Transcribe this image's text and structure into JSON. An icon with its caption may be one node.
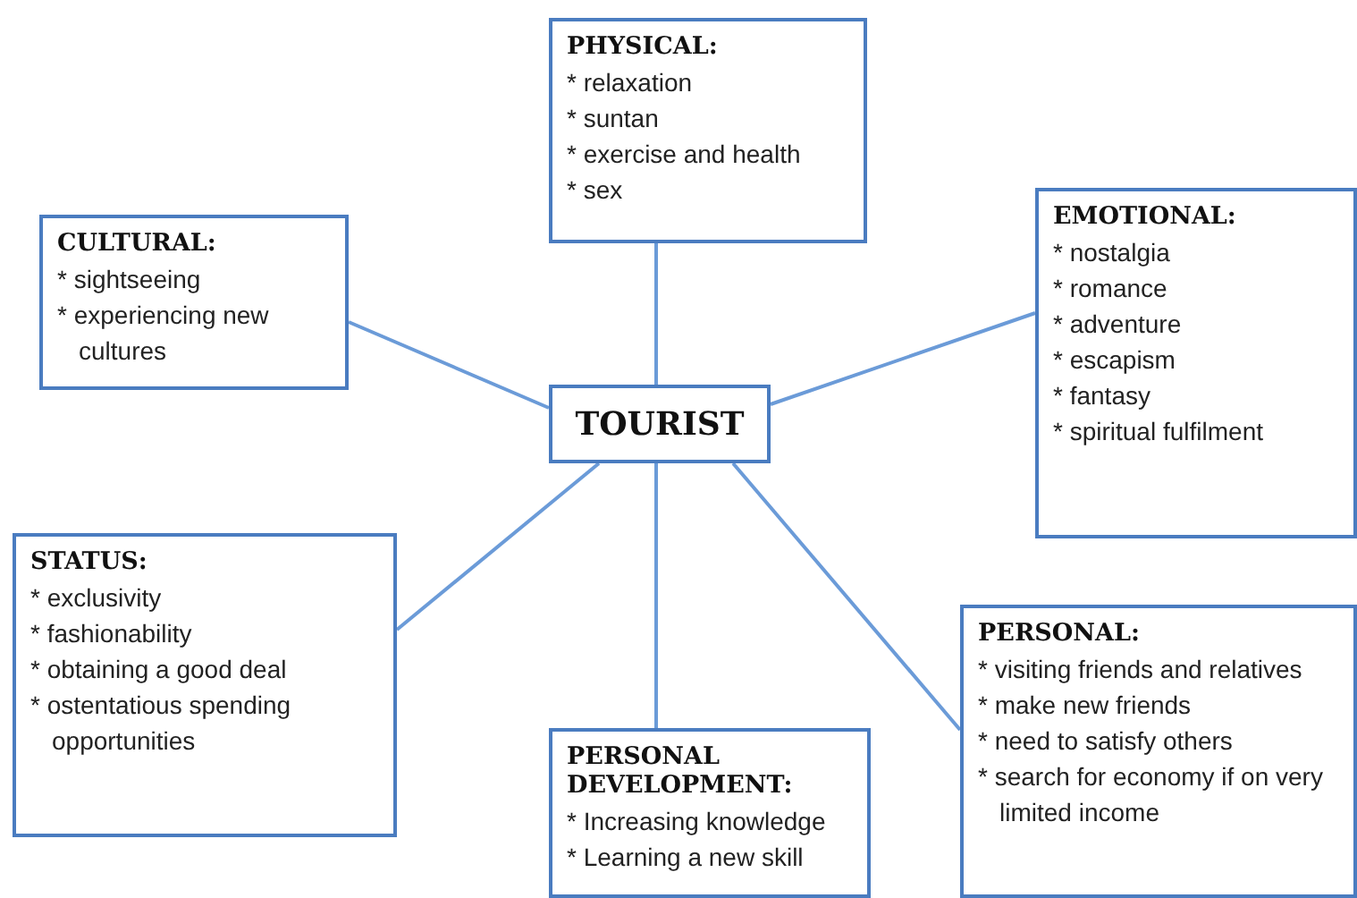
{
  "diagram": {
    "nodes": [
      {
        "text": [
          "PHYSICAL:",
          "* relaxation",
          "* suntan",
          "* exercise and health",
          "* sex"
        ]
      },
      {
        "text": [
          "CULTURAL:",
          "* sightseeing",
          "* experiencing new cultures"
        ]
      },
      {
        "text": [
          "EMOTIONAL:",
          "* nostalgia",
          "* romance",
          "* adventure",
          "* escapism",
          "* fantasy",
          "* spiritual fulfilment"
        ]
      },
      {
        "text": [
          "TOURIST"
        ]
      },
      {
        "text": [
          "STATUS:",
          "* exclusivity",
          "* fashionability",
          "* obtaining a good deal",
          "* ostentatious spending opportunities"
        ]
      },
      {
        "text": [
          "PERSONAL:",
          "* visiting friends and relatives",
          "* make new friends",
          "* need to satisfy others",
          "* search for economy if on very limited income"
        ]
      },
      {
        "text": [
          "PERSONAL DEVELOPMENT:",
          "* Increasing knowledge",
          "* Learning a new skill"
        ]
      }
    ],
    "edges": [
      {
        "from": 3,
        "to": 0,
        "arrow": "none"
      },
      {
        "from": 3,
        "to": 1,
        "arrow": "none"
      },
      {
        "from": 3,
        "to": 2,
        "arrow": "none"
      },
      {
        "from": 3,
        "to": 4,
        "arrow": "none"
      },
      {
        "from": 3,
        "to": 5,
        "arrow": "none"
      },
      {
        "from": 3,
        "to": 6,
        "arrow": "none"
      }
    ]
  }
}
